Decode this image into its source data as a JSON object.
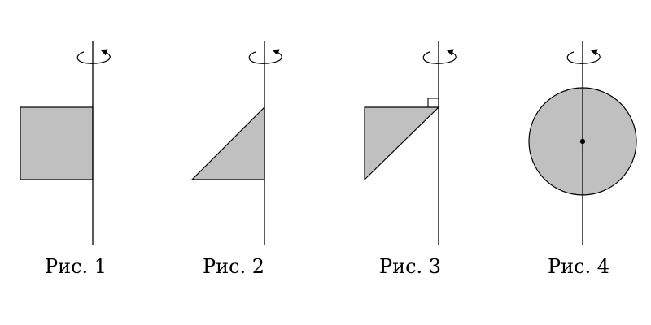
{
  "figures": [
    {
      "caption": "Рис. 1",
      "shape": "square"
    },
    {
      "caption": "Рис. 2",
      "shape": "right-triangle"
    },
    {
      "caption": "Рис. 3",
      "shape": "right-triangle-with-right-angle-mark"
    },
    {
      "caption": "Рис. 4",
      "shape": "circle-centered-on-axis"
    }
  ],
  "colors": {
    "fill": "#c0c0c0",
    "stroke": "#000000",
    "background": "#ffffff"
  },
  "icons": {
    "rotation": "rotation-arrow-icon",
    "right_angle": "right-angle-mark-icon",
    "center": "center-point-icon"
  }
}
